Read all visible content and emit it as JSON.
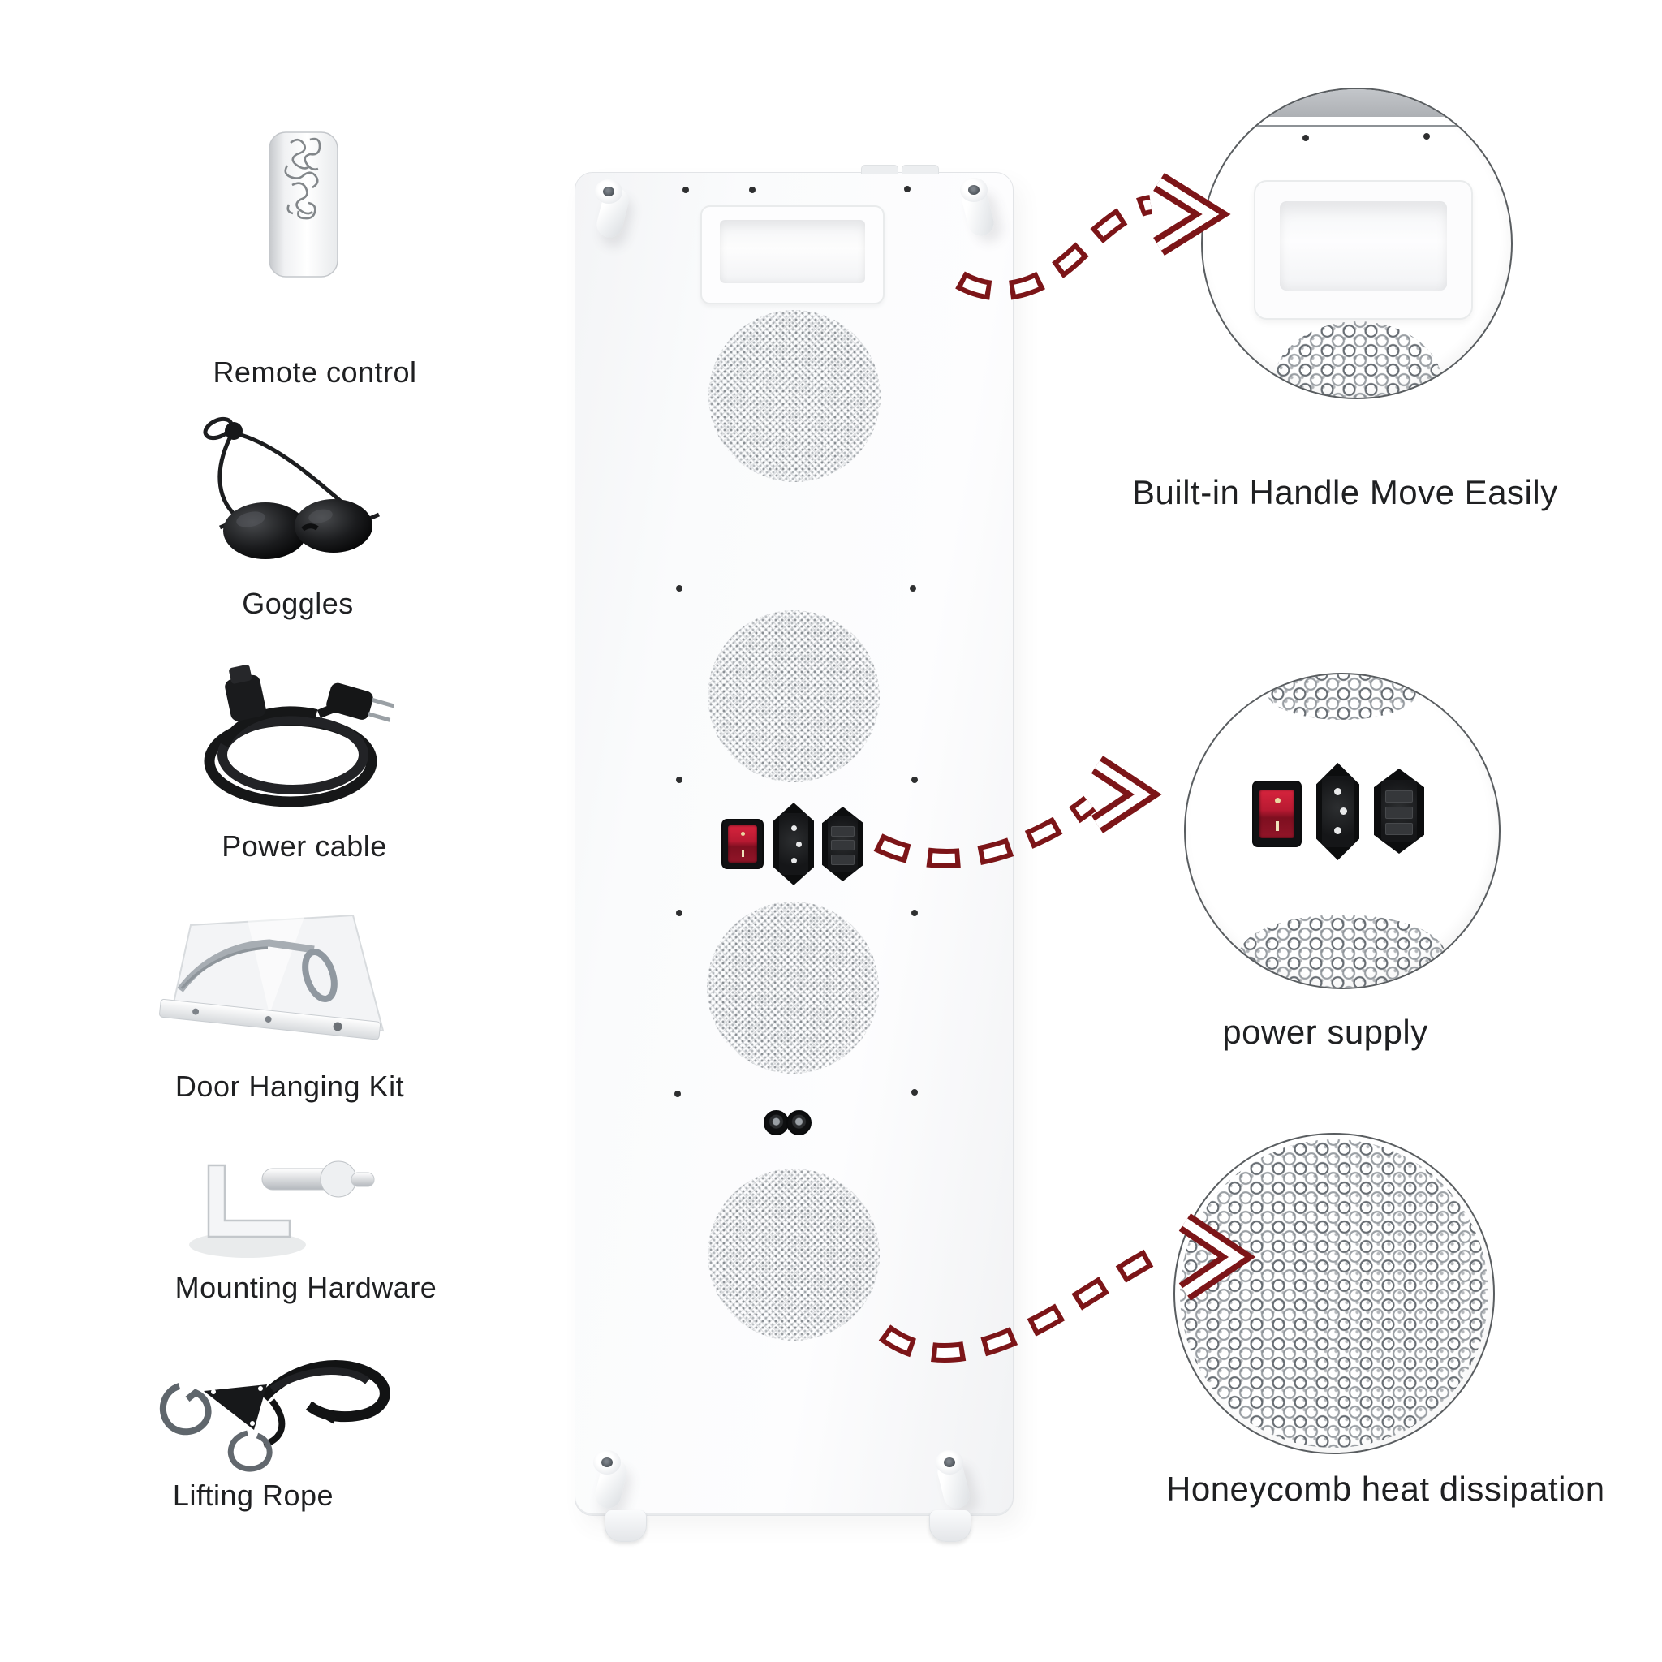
{
  "accessories": {
    "items": [
      {
        "label": "Remote control"
      },
      {
        "label": "Goggles"
      },
      {
        "label": "Power cable"
      },
      {
        "label": "Door Hanging Kit"
      },
      {
        "label": "Mounting Hardware"
      },
      {
        "label": "Lifting Rope"
      }
    ]
  },
  "callouts": {
    "items": [
      {
        "label": "Built-in Handle Move Easily"
      },
      {
        "label": "power supply"
      },
      {
        "label": "Honeycomb heat dissipation"
      }
    ]
  },
  "colors": {
    "arrow": "#7c1518",
    "switch-red": "#c01a31",
    "text": "#1f2022",
    "background": "#ffffff"
  }
}
